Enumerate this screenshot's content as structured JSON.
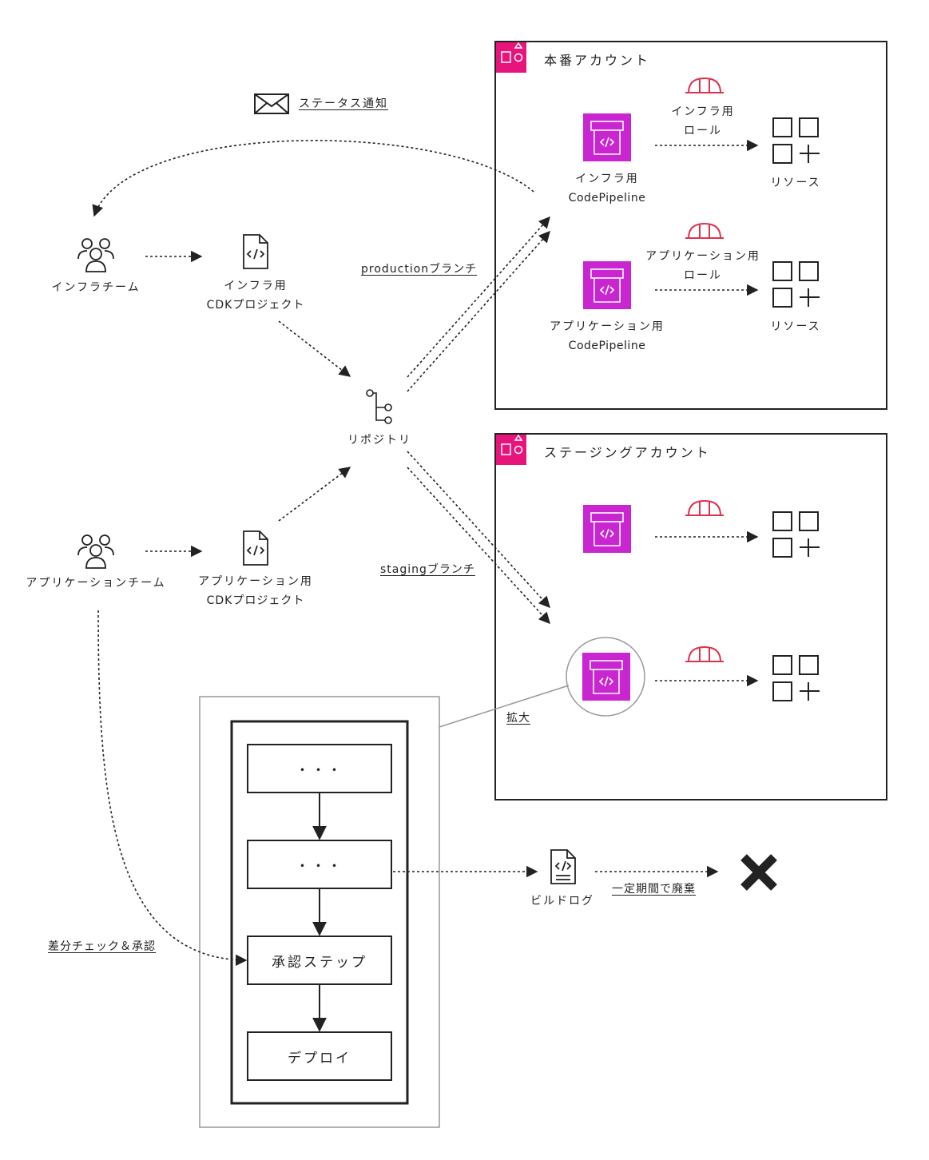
{
  "accounts": {
    "production": {
      "title": "本番アカウント"
    },
    "staging": {
      "title": "ステージングアカウント"
    }
  },
  "notification": {
    "label": "ステータス通知",
    "icon": "envelope-icon"
  },
  "teams": {
    "infra": {
      "label": "インフラチーム",
      "icon": "users-icon"
    },
    "app": {
      "label": "アプリケーションチーム",
      "icon": "users-icon"
    }
  },
  "cdk": {
    "infra": {
      "line1": "インフラ用",
      "line2": "CDKプロジェクト",
      "icon": "code-file-icon"
    },
    "app": {
      "line1": "アプリケーション用",
      "line2": "CDKプロジェクト",
      "icon": "code-file-icon"
    }
  },
  "repository": {
    "label": "リポジトリ",
    "icon": "git-branch-icon"
  },
  "branches": {
    "production": "productionブランチ",
    "staging": "stagingブランチ"
  },
  "pipelines": {
    "infra": {
      "line1": "インフラ用",
      "line2": "CodePipeline",
      "icon": "codepipeline-icon"
    },
    "app": {
      "line1": "アプリケーション用",
      "line2": "CodePipeline",
      "icon": "codepipeline-icon"
    }
  },
  "roles": {
    "infra": {
      "line1": "インフラ用",
      "line2": "ロール",
      "icon": "helmet-role-icon"
    },
    "app": {
      "line1": "アプリケーション用",
      "line2": "ロール",
      "icon": "helmet-role-icon"
    }
  },
  "resources": {
    "label": "リソース",
    "icon": "resources-icon"
  },
  "zoom": {
    "label": "拡大"
  },
  "steps": [
    "・・・",
    "・・・",
    "承認ステップ",
    "デプロイ"
  ],
  "diff_check": {
    "label": "差分チェック＆承認"
  },
  "build_log": {
    "label": "ビルドログ",
    "icon": "log-file-icon"
  },
  "discard": {
    "label": "一定期間で廃棄",
    "icon": "x-mark-icon"
  },
  "colors": {
    "accent": "#E7157B",
    "pipeline": "#C925D1",
    "role": "#DD344C",
    "line": "#222222"
  }
}
